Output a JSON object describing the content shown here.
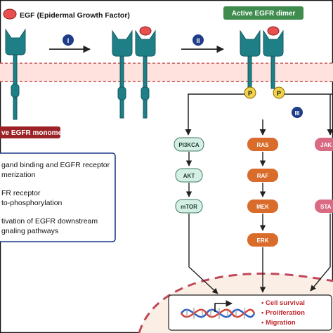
{
  "legend": {
    "egf_label": "EGF (Epidermal Growth Factor)"
  },
  "dimer_banner": "Active EGFR dimer",
  "monomer_banner": "ve EGFR monomer",
  "steps": {
    "i": "I",
    "ii": "II",
    "iii": "III"
  },
  "phospho": "P",
  "key": {
    "item1_line1": "gand binding and EGFR receptor",
    "item1_line2": "merization",
    "item2_line1": "FR receptor",
    "item2_line2": "to-phosphorylation",
    "item3_line1": "tivation of EGFR downstream",
    "item3_line2": "gnaling pathways"
  },
  "pathway_pi3k": {
    "n1": "PI3KCA",
    "n2": "AKT",
    "n3": "mTOR"
  },
  "pathway_ras": {
    "n1": "RAS",
    "n2": "RAF",
    "n3": "MEK",
    "n4": "ERK"
  },
  "pathway_jak": {
    "n1": "JAK",
    "n2": "STA"
  },
  "outcomes": {
    "o1": "• Cell survival",
    "o2": "• Proliferation",
    "o3": "• Migration"
  },
  "colors": {
    "receptor": "#1f7f86",
    "egf": "#e8504f",
    "membrane_band": "#ffe2dd",
    "membrane_line": "#c05050",
    "banner_green": "#3f8c4e",
    "banner_red": "#9b2226",
    "phospho": "#f1d24a",
    "pi3k_node": "#d6efe5",
    "ras_node": "#d96b2b",
    "jak_node": "#d96a84",
    "nucleus": "#fbeee4"
  }
}
